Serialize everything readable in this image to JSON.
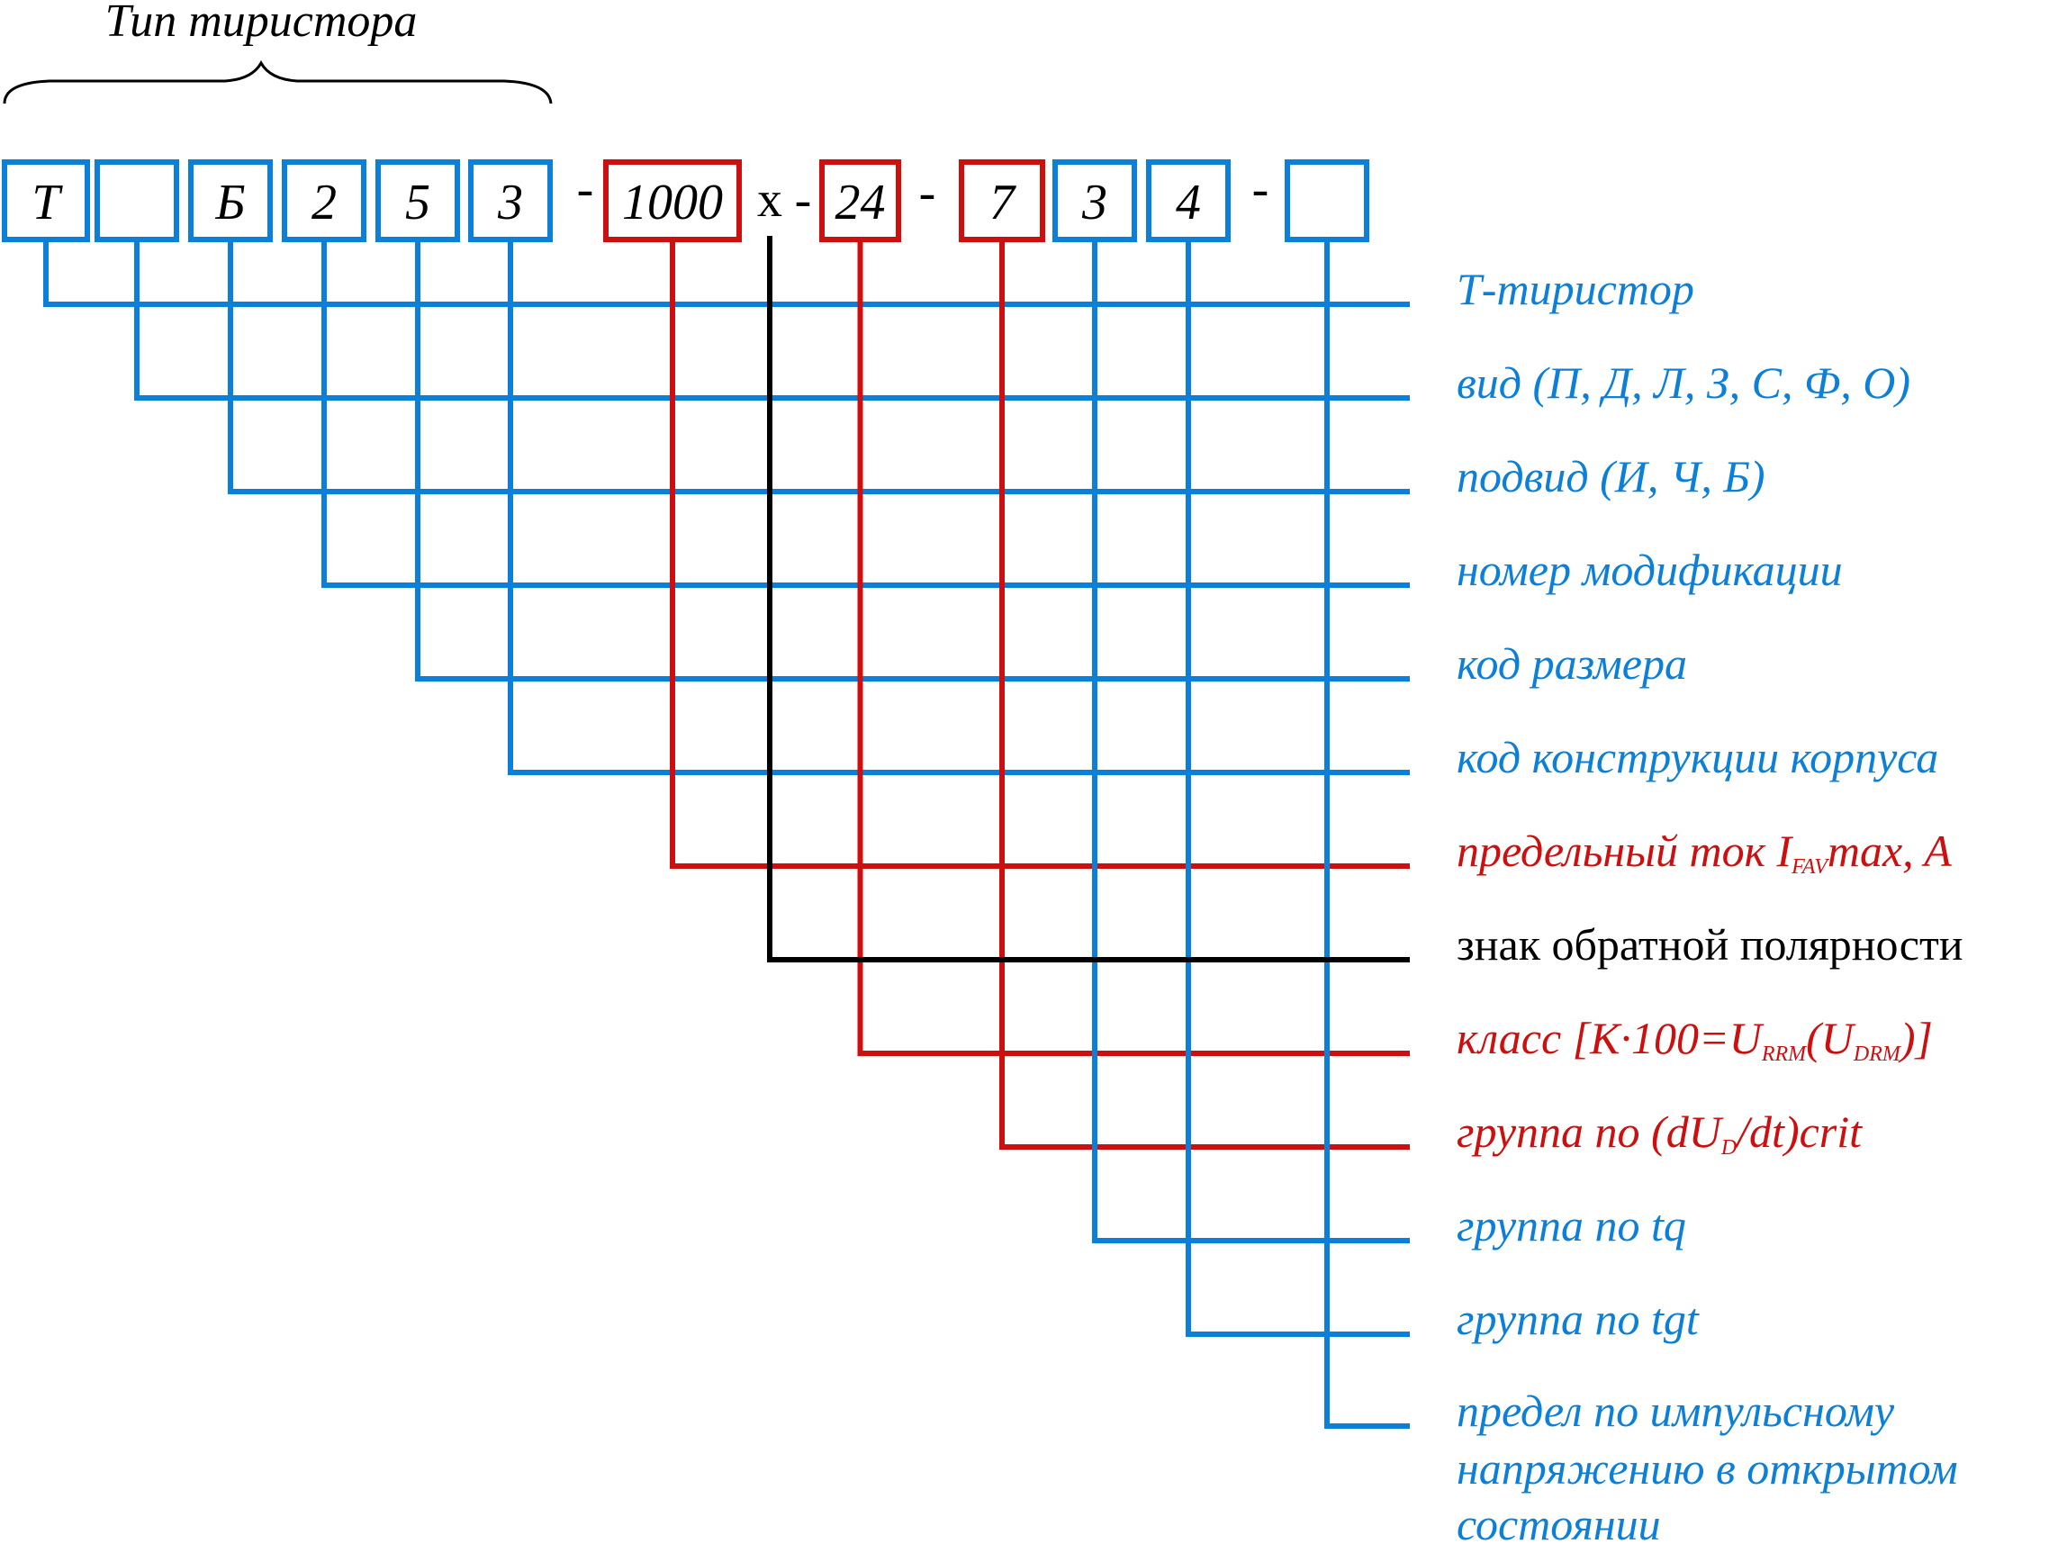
{
  "title": "Тип тиристора",
  "colors": {
    "blue": "#0c7fd8",
    "red": "#cc1010",
    "black": "#000000"
  },
  "boxes": [
    {
      "id": "t",
      "text": "Т",
      "color": "blue"
    },
    {
      "id": "vid",
      "text": "",
      "color": "blue"
    },
    {
      "id": "podvid",
      "text": "Б",
      "color": "blue"
    },
    {
      "id": "mod",
      "text": "2",
      "color": "blue"
    },
    {
      "id": "size",
      "text": "5",
      "color": "blue"
    },
    {
      "id": "case",
      "text": "3",
      "color": "blue"
    },
    {
      "id": "current",
      "text": "1000",
      "color": "red"
    },
    {
      "id": "class",
      "text": "24",
      "color": "red"
    },
    {
      "id": "dudt",
      "text": "7",
      "color": "red"
    },
    {
      "id": "tq",
      "text": "3",
      "color": "blue"
    },
    {
      "id": "tgt",
      "text": "4",
      "color": "blue"
    },
    {
      "id": "pulse",
      "text": "",
      "color": "blue"
    }
  ],
  "separators": [
    "-",
    "x",
    "-",
    "-",
    "-"
  ],
  "labels": {
    "t": "Т-тиристор",
    "vid": "вид (П, Д, Л, З, С, Ф, О)",
    "podvid": "подвид (И, Ч, Б)",
    "mod": "номер  модификации",
    "size": "код размера",
    "case": "код конструкции корпуса",
    "current": {
      "a": "предельный ток I",
      "sub": "FAV",
      "b": "max, A"
    },
    "polarity": "знак обратной полярности",
    "class": {
      "a": "класс [K·100=U",
      "sub1": "RRM",
      "b": "(U",
      "sub2": "DRM",
      "c": ")]"
    },
    "dudt": {
      "a": "группа по (dU",
      "sub": "D",
      "b": "/dt)crit"
    },
    "tq": "группа по tq",
    "tgt": "группа по tgt",
    "pulse": [
      "предел по импульсному",
      "напряжению в открытом",
      "состоянии"
    ]
  }
}
